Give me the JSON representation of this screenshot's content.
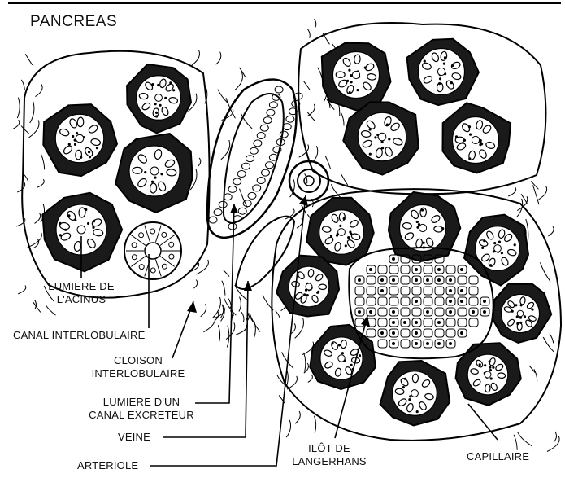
{
  "title": "PANCREAS",
  "labels": {
    "lumiere_acinus": [
      "LUMIERE DE",
      "L'ACINUS"
    ],
    "canal_interlobulaire": "CANAL INTERLOBULAIRE",
    "cloison": [
      "CLOISON",
      "INTERLOBULAIRE"
    ],
    "lumiere_canal": [
      "LUMIERE D'UN",
      "CANAL EXCRETEUR"
    ],
    "veine": "VEINE",
    "arteriole": "ARTERIOLE",
    "ilot": [
      "ILÔT DE",
      "LANGERHANS"
    ],
    "capillaire": "CAPILLAIRE"
  }
}
